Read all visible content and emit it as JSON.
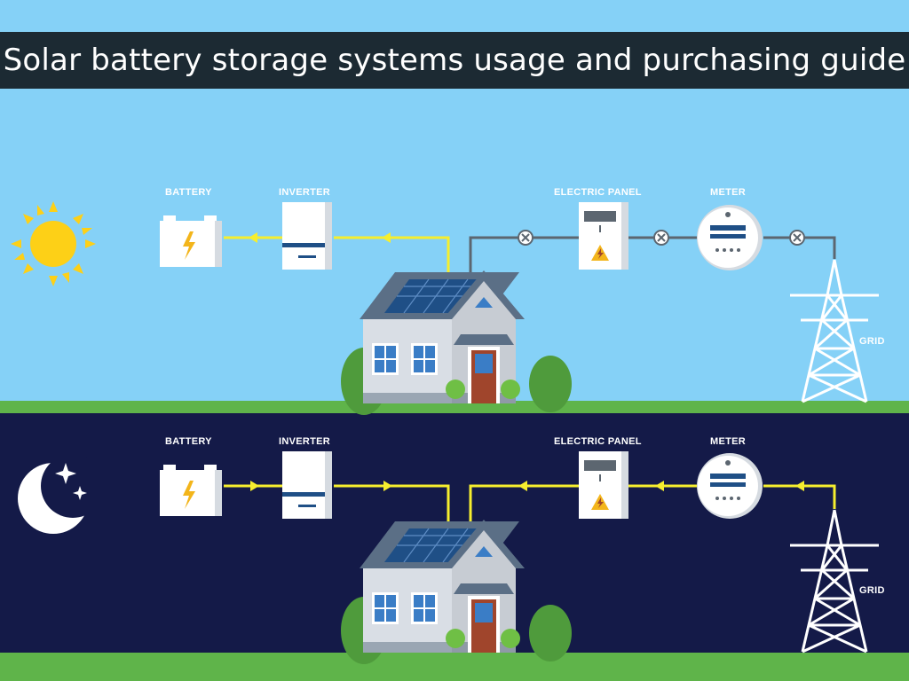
{
  "title": "Solar battery storage systems usage and purchasing guide",
  "colors": {
    "sky_day": "#85d1f7",
    "sky_night": "#141a48",
    "title_bar": "#1c2a33",
    "ground": "#5fb44a",
    "sun": "#fdd017",
    "flow_line": "#f6ee2e",
    "grid_line": "#5c6670"
  },
  "day_panel": {
    "battery_label": "BATTERY",
    "inverter_label": "INVERTER",
    "electric_panel_label": "ELECTRIC PANEL",
    "meter_label": "METER",
    "grid_label": "GRID"
  },
  "night_panel": {
    "battery_label": "BATTERY",
    "inverter_label": "INVERTER",
    "electric_panel_label": "ELECTRIC PANEL",
    "meter_label": "METER",
    "grid_label": "GRID"
  },
  "icons": [
    "sun-icon",
    "moon-icon",
    "star-icon",
    "battery-icon",
    "inverter-icon",
    "electric-panel-icon",
    "meter-icon",
    "transmission-tower-icon",
    "house-icon",
    "solar-panel-icon",
    "disconnect-icon",
    "arrow-icon"
  ]
}
